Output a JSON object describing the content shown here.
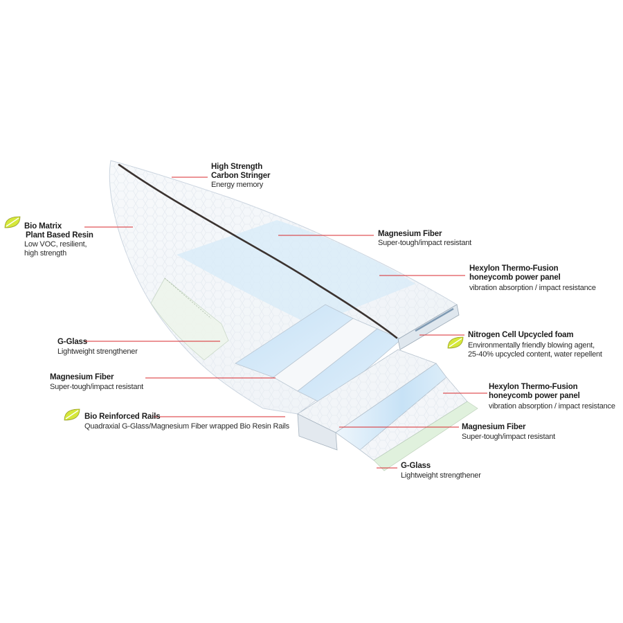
{
  "colors": {
    "leader": "#d8282c",
    "eco_leaf": "#d5e83a",
    "stringer": "#3b3330",
    "fiber_blue": "#bcdcf4",
    "glass_green": "#d9efd6",
    "honeycomb": "#e8edf3"
  },
  "icons": {
    "eco": "leaf-icon"
  },
  "callouts": {
    "stringer": {
      "title_1": "High Strength",
      "title_2": "Carbon Stringer",
      "desc": "Energy memory"
    },
    "bio_matrix": {
      "title_1": "Bio Matrix",
      "title_2": "Plant Based Resin",
      "desc_1": "Low VOC, resilient,",
      "desc_2": "high strength"
    },
    "mag_top": {
      "title": "Magnesium Fiber",
      "desc": "Super-tough/impact resistant"
    },
    "hex_top": {
      "title_1": "Hexylon Thermo-Fusion",
      "title_2": "honeycomb power panel",
      "desc": "vibration absorption / impact resistance"
    },
    "nitrogen": {
      "title": "Nitrogen Cell Upcycled foam",
      "desc_1": "Environmentally friendly blowing agent,",
      "desc_2": "25-40% upcycled content, water repellent"
    },
    "gglass_left": {
      "title": "G-Glass",
      "desc": "Lightweight strengthener"
    },
    "mag_left": {
      "title": "Magnesium Fiber",
      "desc": "Super-tough/impact resistant"
    },
    "rails": {
      "title": "Bio Reinforced Rails",
      "desc": "Quadraxial G-Glass/Magnesium Fiber wrapped Bio Resin Rails"
    },
    "hex_bottom": {
      "title_1": "Hexylon Thermo-Fusion",
      "title_2": "honeycomb power panel",
      "desc": "vibration absorption / impact resistance"
    },
    "mag_bottom": {
      "title": "Magnesium Fiber",
      "desc": "Super-tough/impact resistant"
    },
    "gglass_bottom": {
      "title": "G-Glass",
      "desc": "Lightweight strengthener"
    }
  }
}
